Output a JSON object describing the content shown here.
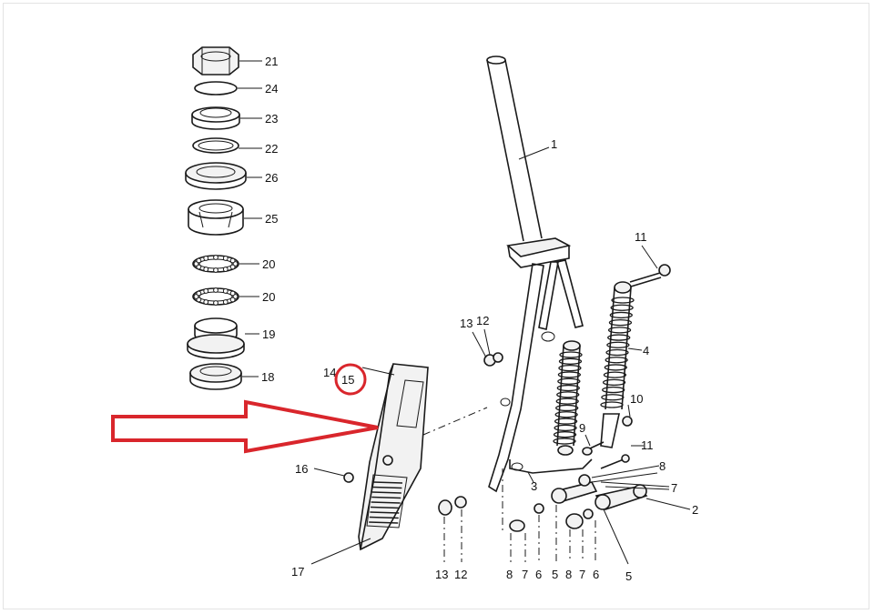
{
  "colors": {
    "annotation": "#d9262c",
    "ink": "#1a1a1a"
  },
  "stack_labels": [
    "21",
    "24",
    "23",
    "22",
    "26",
    "25",
    "20",
    "20",
    "19",
    "18"
  ],
  "fork_labels": {
    "n1": "1",
    "n11a": "11",
    "n4": "4",
    "n12a": "12",
    "n13a": "13",
    "n10": "10",
    "n9": "9",
    "n11b": "11",
    "n8a": "8",
    "n7a": "7",
    "n2": "2",
    "n3": "3",
    "n5a": "5",
    "bottom": [
      "13",
      "12",
      "8",
      "7",
      "6",
      "5",
      "8",
      "7",
      "6",
      "5"
    ]
  },
  "cover_labels": {
    "n14": "14",
    "n15": "15",
    "n16": "16",
    "n17": "17"
  },
  "annotation": {
    "circled_label": "15",
    "arrow_icon": "red-outline-arrow-icon",
    "circle_icon": "red-circle-icon"
  }
}
